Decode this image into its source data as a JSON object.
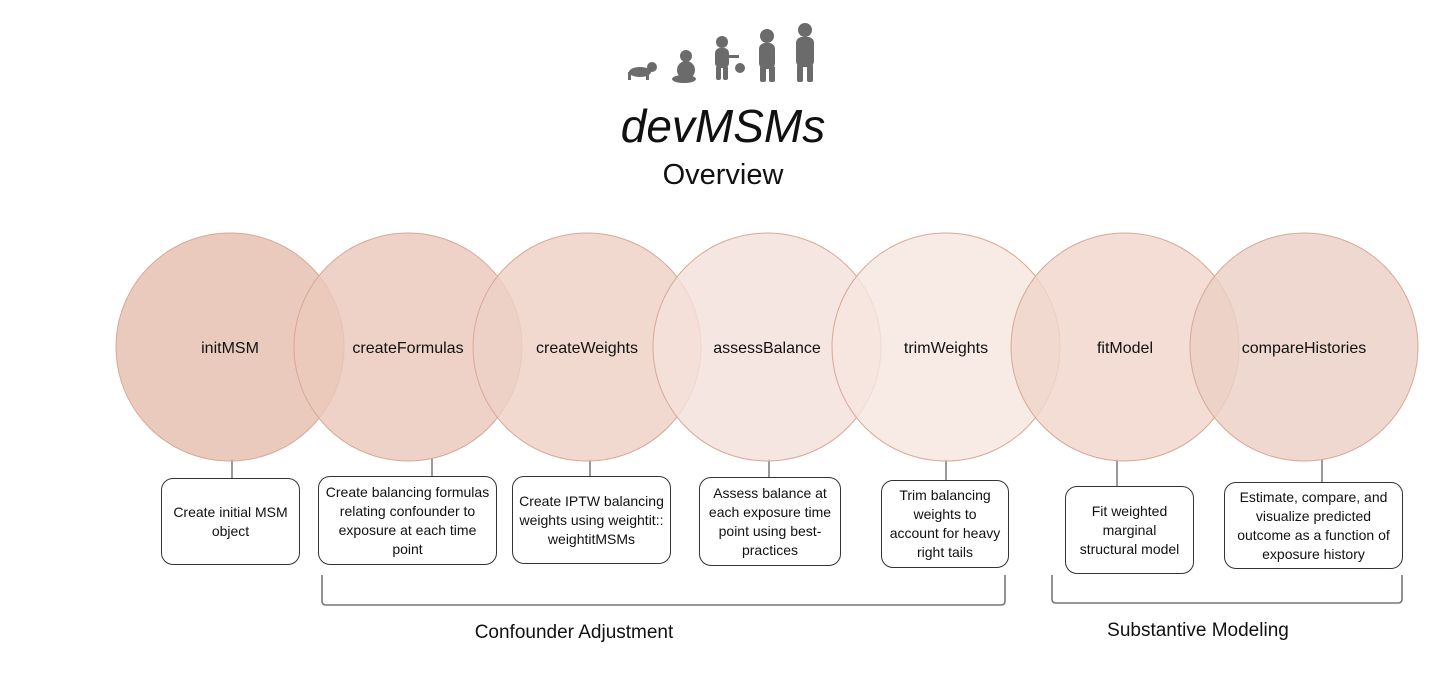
{
  "header": {
    "title": "devMSMs",
    "subtitle": "Overview"
  },
  "steps": [
    {
      "label": "initMSM",
      "description": "Create initial MSM object",
      "fill": "#e6beb0"
    },
    {
      "label": "createFormulas",
      "description": "Create balancing formulas relating confounder to exposure at each time point",
      "fill": "#eac8bb"
    },
    {
      "label": "createWeights",
      "description": "Create IPTW balancing weights using weightit:: weightitMSMs",
      "fill": "#eed1c6"
    },
    {
      "label": "assessBalance",
      "description": "Assess balance at each exposure time point using best-practices",
      "fill": "#f4e1da"
    },
    {
      "label": "trimWeights",
      "description": "Trim balancing weights to account for heavy right tails",
      "fill": "#f6e5df"
    },
    {
      "label": "fitModel",
      "description": "Fit weighted marginal structural model",
      "fill": "#f0d6cb"
    },
    {
      "label": "compareHistories",
      "description": "Estimate, compare, and visualize predicted outcome as a function of exposure history",
      "fill": "#ecd0c4"
    }
  ],
  "groups": [
    {
      "label": "Confounder Adjustment"
    },
    {
      "label": "Substantive Modeling"
    }
  ],
  "colors": {
    "circle_stroke": "#d8a896",
    "silhouette": "#6b6b6b",
    "connector": "#333333",
    "bracket": "#777777"
  }
}
